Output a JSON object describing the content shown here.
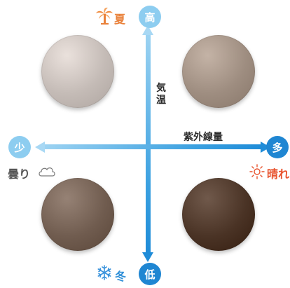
{
  "axes": {
    "temperature": {
      "title": "気温",
      "high_label": "高",
      "low_label": "低",
      "high_season": "夏",
      "low_season": "冬"
    },
    "uv": {
      "title": "紫外線量",
      "few_label": "少",
      "many_label": "多",
      "few_weather": "曇り",
      "many_weather": "晴れ"
    }
  },
  "icons": {
    "summer": "palm-tree-icon",
    "winter": "snowflake-icon",
    "cloudy": "cloud-icon",
    "sunny": "sun-icon"
  },
  "lenses": [
    {
      "quadrant": "high-temp-low-uv",
      "color": "#c4bbb6"
    },
    {
      "quadrant": "high-temp-high-uv",
      "color": "#9e8d80"
    },
    {
      "quadrant": "low-temp-low-uv",
      "color": "#705c4f"
    },
    {
      "quadrant": "low-temp-high-uv",
      "color": "#4a3325"
    }
  ],
  "colors": {
    "axis_light": "#9dd3f2",
    "axis_dark": "#1f8cd8",
    "summer": "#e9813a",
    "winter": "#2f8fd8",
    "sunny": "#e8542f"
  }
}
